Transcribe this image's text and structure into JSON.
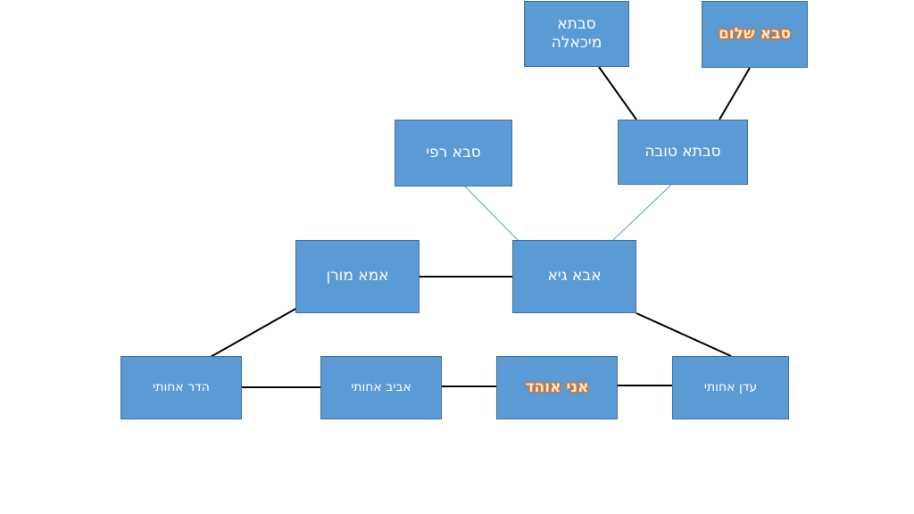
{
  "nodes": {
    "sabta_michaela": {
      "line1": "סבתא",
      "line2": "מיכאלה"
    },
    "saba_shalom": "סבא שלום",
    "saba_rafi": "סבא רפי",
    "sabta_tova": "סבתא טובה",
    "ima_moran": "אמא מורן",
    "aba_guy": "אבא גיא",
    "hadar": "הדר אחותי",
    "aviv": "אביב אחותי",
    "ani_ohad": "אני אוהד",
    "eden": "עדן אחותי"
  },
  "colors": {
    "node_fill": "#5b9bd5",
    "node_border": "#41719c",
    "node_text": "#ffffff",
    "highlight_glow": "#e86a10",
    "connector_dark": "#000000",
    "connector_light": "#5b9bd5"
  }
}
